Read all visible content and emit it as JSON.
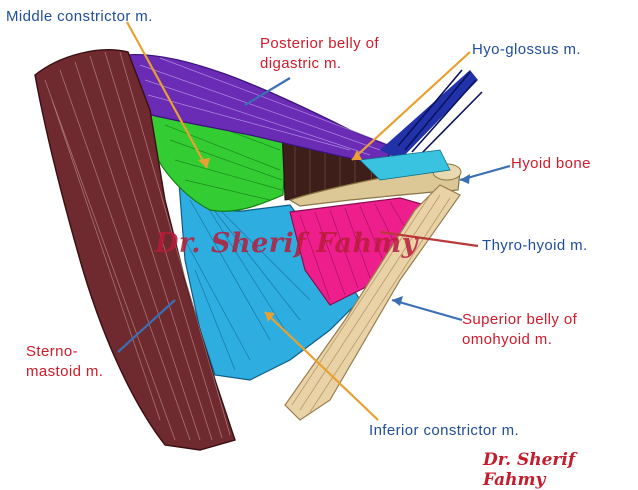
{
  "labels": {
    "middle_constrictor": "Middle constrictor m.",
    "posterior_belly_line1": "Posterior belly of",
    "posterior_belly_line2": "digastric m.",
    "hyoglossus": "Hyo-glossus m.",
    "hyoid_bone": "Hyoid bone",
    "thyrohyoid": "Thyro-hyoid m.",
    "superior_belly_line1": "Superior belly of",
    "superior_belly_line2": "omohyoid m.",
    "sternomastoid_line1": "Sterno-",
    "sternomastoid_line2": "mastoid m.",
    "inferior_constrictor": "Inferior constrictor m."
  },
  "watermark": {
    "center": "Dr. Sherif Fahmy",
    "corner": "Dr. Sherif Fahmy"
  },
  "colors": {
    "label_blue": "#1f4e9c",
    "label_red": "#d11a2a",
    "sternomastoid": "#6e2a2e",
    "digastric": "#6a2bb5",
    "middle_constrictor": "#33cc33",
    "inferior_constrictor": "#2eaee0",
    "thyrohyoid": "#ee1f8c",
    "omohyoid": "#e9d2a6",
    "hyoid": "#dcc796",
    "hyoglossus_dark": "#3e1e18",
    "stylo_blue": "#2233aa"
  }
}
